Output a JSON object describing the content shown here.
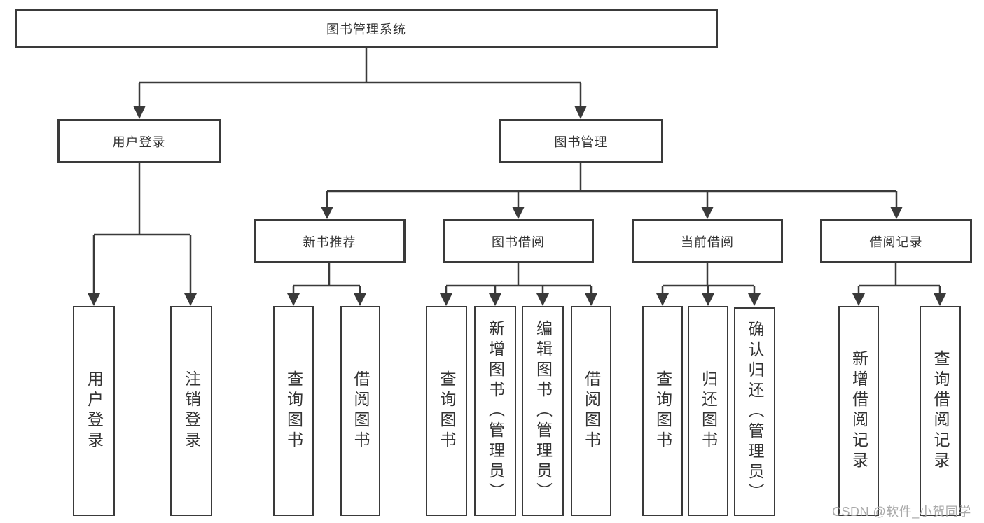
{
  "diagram_title": "图书管理系统",
  "colors": {
    "line": "#3a3a3a",
    "text": "#333333",
    "background": "#ffffff",
    "watermark": "#a9a9a9"
  },
  "tree": {
    "root": {
      "label": "图书管理系统"
    },
    "branches": [
      {
        "label": "用户登录",
        "children": [
          {
            "label": "用户登录"
          },
          {
            "label": "注销登录"
          }
        ]
      },
      {
        "label": "图书管理",
        "children": [
          {
            "label": "新书推荐",
            "children": [
              {
                "label": "查询图书"
              },
              {
                "label": "借阅图书"
              }
            ]
          },
          {
            "label": "图书借阅",
            "children": [
              {
                "label": "查询图书"
              },
              {
                "label": "新增图书（管理员）"
              },
              {
                "label": "编辑图书（管理员）"
              },
              {
                "label": "借阅图书"
              }
            ]
          },
          {
            "label": "当前借阅",
            "children": [
              {
                "label": "查询图书"
              },
              {
                "label": "归还图书"
              },
              {
                "label": "确认归还（管理员）"
              }
            ]
          },
          {
            "label": "借阅记录",
            "children": [
              {
                "label": "新增借阅记录"
              },
              {
                "label": "查询借阅记录"
              }
            ]
          }
        ]
      }
    ]
  },
  "watermark": {
    "text": "CSDN @软件_小贺同学"
  }
}
